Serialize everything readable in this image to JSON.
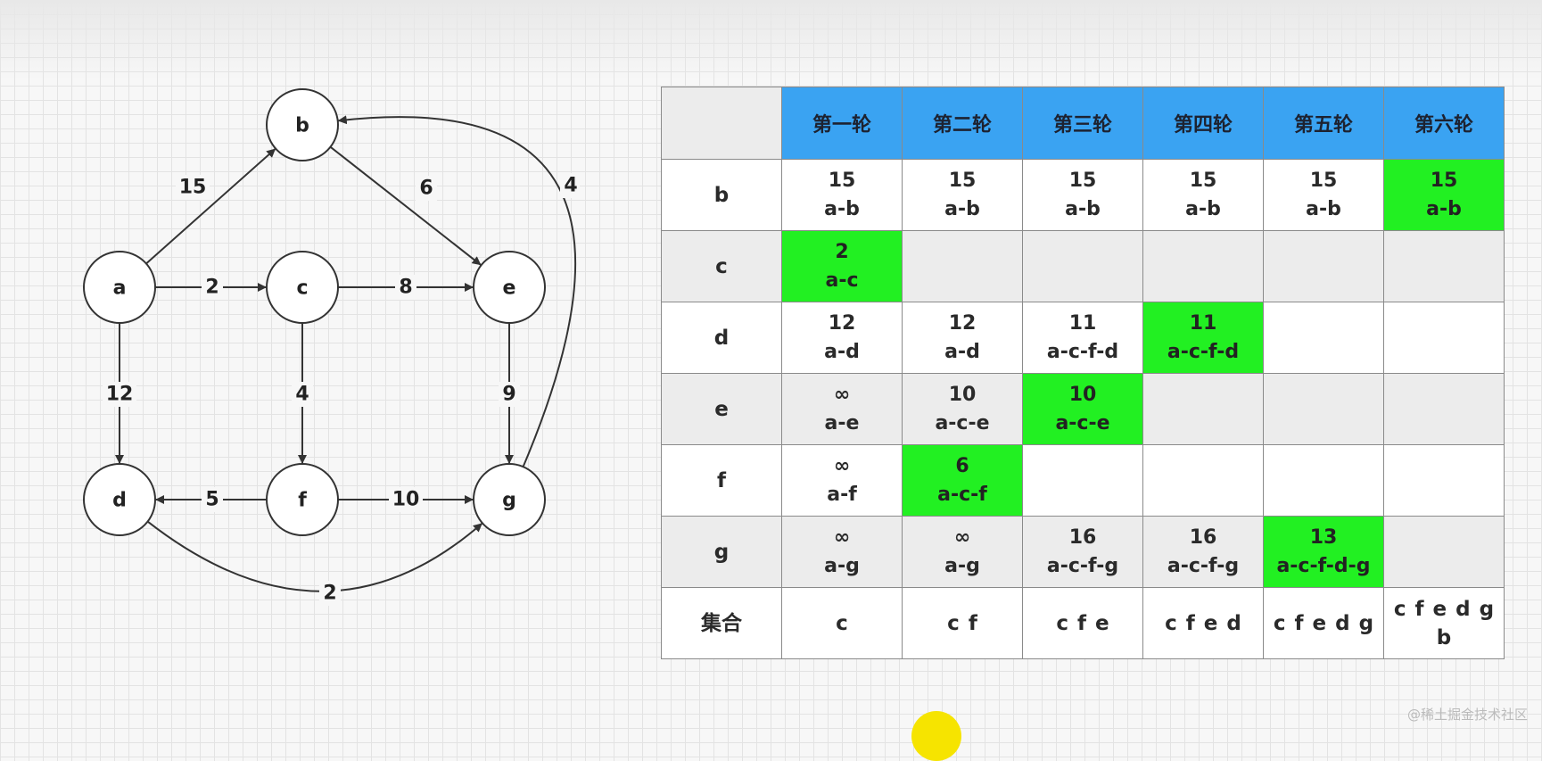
{
  "graph": {
    "nodes": [
      {
        "id": "a",
        "label": "a"
      },
      {
        "id": "b",
        "label": "b"
      },
      {
        "id": "c",
        "label": "c"
      },
      {
        "id": "d",
        "label": "d"
      },
      {
        "id": "e",
        "label": "e"
      },
      {
        "id": "f",
        "label": "f"
      },
      {
        "id": "g",
        "label": "g"
      }
    ],
    "edges": [
      {
        "from": "a",
        "to": "b",
        "weight": "15"
      },
      {
        "from": "a",
        "to": "c",
        "weight": "2"
      },
      {
        "from": "a",
        "to": "d",
        "weight": "12"
      },
      {
        "from": "b",
        "to": "e",
        "weight": "6"
      },
      {
        "from": "c",
        "to": "e",
        "weight": "8"
      },
      {
        "from": "c",
        "to": "f",
        "weight": "4"
      },
      {
        "from": "e",
        "to": "g",
        "weight": "9"
      },
      {
        "from": "f",
        "to": "d",
        "weight": "5"
      },
      {
        "from": "f",
        "to": "g",
        "weight": "10"
      },
      {
        "from": "d",
        "to": "g",
        "weight": "2"
      },
      {
        "from": "g",
        "to": "b",
        "weight": "4"
      }
    ]
  },
  "table": {
    "rounds": [
      "第一轮",
      "第二轮",
      "第三轮",
      "第四轮",
      "第五轮",
      "第六轮"
    ],
    "rows": [
      {
        "label": "b",
        "cells": [
          {
            "dist": "15",
            "path": "a-b"
          },
          {
            "dist": "15",
            "path": "a-b"
          },
          {
            "dist": "15",
            "path": "a-b"
          },
          {
            "dist": "15",
            "path": "a-b"
          },
          {
            "dist": "15",
            "path": "a-b"
          },
          {
            "dist": "15",
            "path": "a-b",
            "selected": true
          }
        ]
      },
      {
        "label": "c",
        "cells": [
          {
            "dist": "2",
            "path": "a-c",
            "selected": true
          },
          {},
          {},
          {},
          {},
          {}
        ]
      },
      {
        "label": "d",
        "cells": [
          {
            "dist": "12",
            "path": "a-d"
          },
          {
            "dist": "12",
            "path": "a-d"
          },
          {
            "dist": "11",
            "path": "a-c-f-d"
          },
          {
            "dist": "11",
            "path": "a-c-f-d",
            "selected": true
          },
          {},
          {}
        ]
      },
      {
        "label": "e",
        "cells": [
          {
            "dist": "∞",
            "path": "a-e"
          },
          {
            "dist": "10",
            "path": "a-c-e"
          },
          {
            "dist": "10",
            "path": "a-c-e",
            "selected": true
          },
          {},
          {},
          {}
        ]
      },
      {
        "label": "f",
        "cells": [
          {
            "dist": "∞",
            "path": "a-f"
          },
          {
            "dist": "6",
            "path": "a-c-f",
            "selected": true
          },
          {},
          {},
          {},
          {}
        ]
      },
      {
        "label": "g",
        "cells": [
          {
            "dist": "∞",
            "path": "a-g"
          },
          {
            "dist": "∞",
            "path": "a-g"
          },
          {
            "dist": "16",
            "path": "a-c-f-g"
          },
          {
            "dist": "16",
            "path": "a-c-f-g"
          },
          {
            "dist": "13",
            "path": "a-c-f-d-g",
            "selected": true
          },
          {}
        ]
      }
    ],
    "set_label": "集合",
    "sets": [
      "c",
      "c f",
      "c f e",
      "c f e d",
      "c f e d g",
      "c f e d g b"
    ]
  },
  "colors": {
    "header_blue": "#3aa3f2",
    "selected_green": "#22f022",
    "alt_row_gray": "#ececec"
  },
  "watermark": "@稀土掘金技术社区"
}
